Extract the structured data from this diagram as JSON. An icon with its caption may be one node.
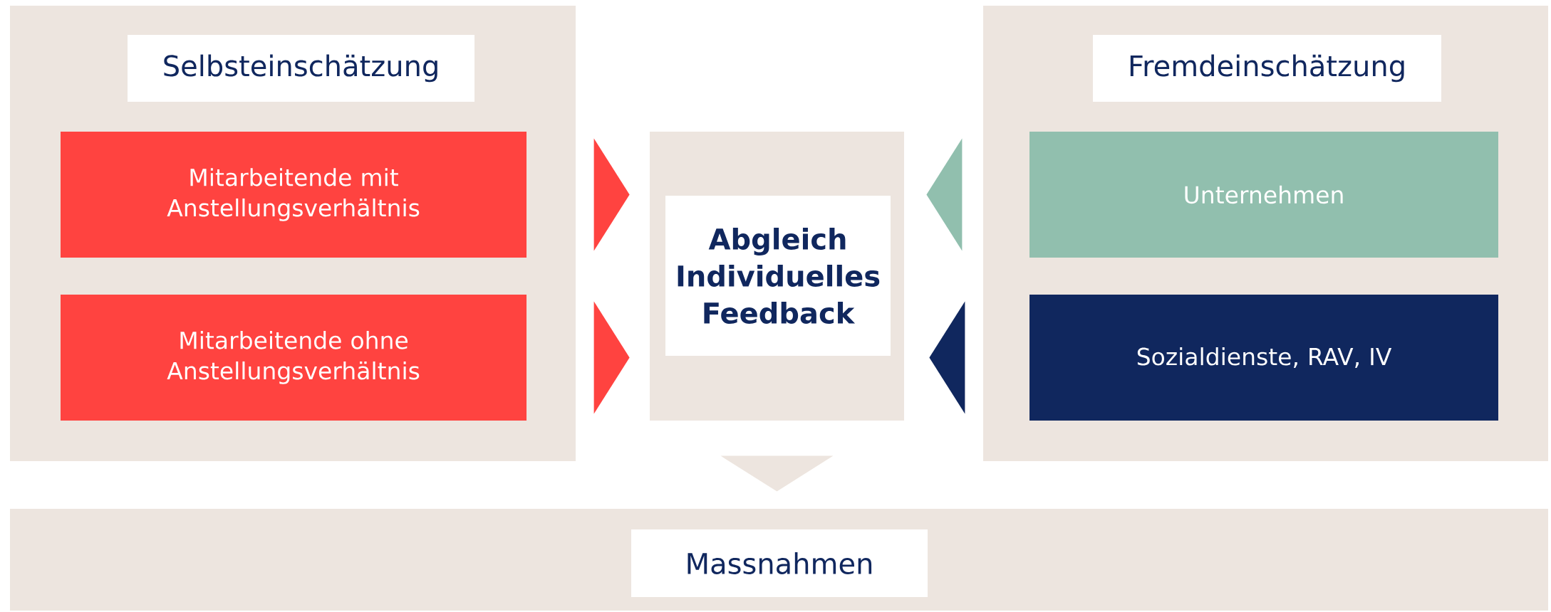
{
  "diagram": {
    "nodes": [
      {
        "text": [],
        "shape": "box"
      },
      {
        "text": [
          "Selbsteinschätzung"
        ],
        "in": 0
      },
      {
        "text": [
          "Mitarbeitende mit Anstellungsverhältnis"
        ],
        "in": 0
      },
      {
        "text": [
          "Mitarbeitende ohne Anstellungsverhältnis"
        ],
        "in": 0
      },
      {
        "text": [
          "Abgleich Individuelles Feedback"
        ]
      },
      {
        "text": [],
        "shape": "box"
      },
      {
        "text": [
          "Fremdeinschätzung"
        ],
        "in": 5
      },
      {
        "text": [
          "Unternehmen"
        ],
        "in": 5
      },
      {
        "text": [
          "Sozialdienste, RAV, IV"
        ],
        "in": 5
      },
      {
        "text": [],
        "shape": "box"
      },
      {
        "text": [
          "Massnahmen"
        ],
        "in": 9
      }
    ],
    "edges": [
      {
        "from": 2,
        "to": 4,
        "arrow": "to"
      },
      {
        "from": 3,
        "to": 4,
        "arrow": "to"
      },
      {
        "from": 7,
        "to": 4,
        "arrow": "to",
        "color": "#91bfae"
      },
      {
        "from": 8,
        "to": 4,
        "arrow": "to",
        "color": "#10275e"
      },
      {
        "from": 4,
        "to": 9,
        "arrow": "to",
        "color": "#ede5df"
      }
    ]
  }
}
